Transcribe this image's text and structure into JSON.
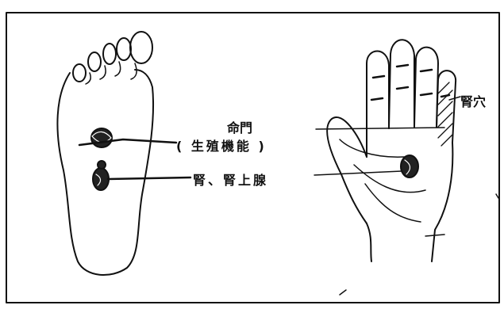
{
  "labels": {
    "mingmen": "命門",
    "mingmen_function": "( 生殖機能 )",
    "kidney_adrenal": "腎、腎上腺",
    "kidney_point": "腎穴"
  },
  "colors": {
    "ink": "#111111",
    "background": "#ffffff"
  }
}
